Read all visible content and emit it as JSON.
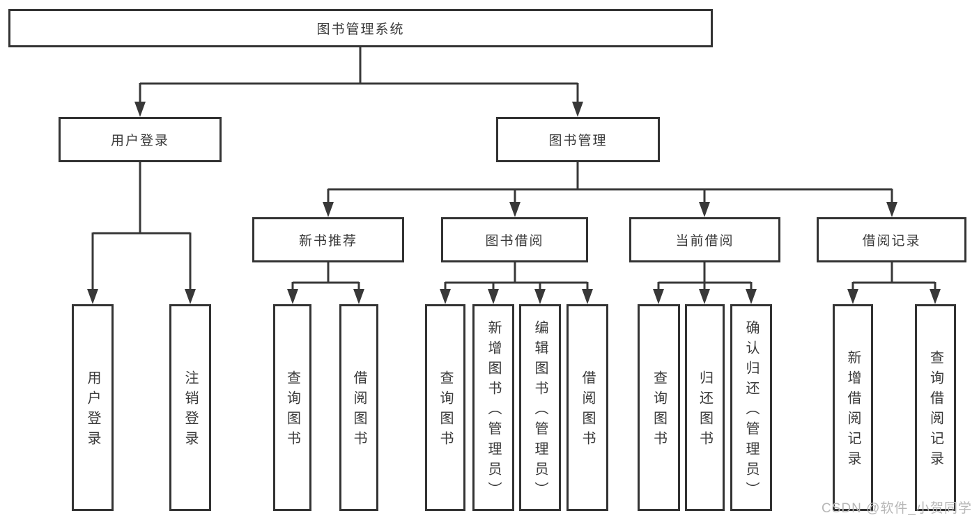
{
  "diagram": {
    "title": "图书管理系统",
    "nodes": {
      "root": {
        "label": "图书管理系统"
      },
      "user_login": {
        "label": "用户登录"
      },
      "book_mgmt": {
        "label": "图书管理"
      },
      "new_books": {
        "label": "新书推荐"
      },
      "book_borrow": {
        "label": "图书借阅"
      },
      "current_borrow": {
        "label": "当前借阅"
      },
      "borrow_records": {
        "label": "借阅记录"
      },
      "leaf_login": {
        "label": "用户登录"
      },
      "leaf_logout": {
        "label": "注销登录"
      },
      "leaf_nb_query": {
        "label": "查询图书"
      },
      "leaf_nb_borrow": {
        "label": "借阅图书"
      },
      "leaf_bb_query": {
        "label": "查询图书"
      },
      "leaf_bb_add": {
        "label": "新增图书（管理员）"
      },
      "leaf_bb_edit": {
        "label": "编辑图书（管理员）"
      },
      "leaf_bb_borrow": {
        "label": "借阅图书"
      },
      "leaf_cb_query": {
        "label": "查询图书"
      },
      "leaf_cb_return": {
        "label": "归还图书"
      },
      "leaf_cb_confirm": {
        "label": "确认归还（管理员）"
      },
      "leaf_br_add": {
        "label": "新增借阅记录"
      },
      "leaf_br_query": {
        "label": "查询借阅记录"
      }
    },
    "edges": [
      {
        "from": "root",
        "to": "user_login"
      },
      {
        "from": "root",
        "to": "book_mgmt"
      },
      {
        "from": "user_login",
        "to": "leaf_login"
      },
      {
        "from": "user_login",
        "to": "leaf_logout"
      },
      {
        "from": "book_mgmt",
        "to": "new_books"
      },
      {
        "from": "book_mgmt",
        "to": "book_borrow"
      },
      {
        "from": "book_mgmt",
        "to": "current_borrow"
      },
      {
        "from": "book_mgmt",
        "to": "borrow_records"
      },
      {
        "from": "new_books",
        "to": "leaf_nb_query"
      },
      {
        "from": "new_books",
        "to": "leaf_nb_borrow"
      },
      {
        "from": "book_borrow",
        "to": "leaf_bb_query"
      },
      {
        "from": "book_borrow",
        "to": "leaf_bb_add"
      },
      {
        "from": "book_borrow",
        "to": "leaf_bb_edit"
      },
      {
        "from": "book_borrow",
        "to": "leaf_bb_borrow"
      },
      {
        "from": "current_borrow",
        "to": "leaf_cb_query"
      },
      {
        "from": "current_borrow",
        "to": "leaf_cb_return"
      },
      {
        "from": "current_borrow",
        "to": "leaf_cb_confirm"
      },
      {
        "from": "borrow_records",
        "to": "leaf_br_add"
      },
      {
        "from": "borrow_records",
        "to": "leaf_br_query"
      }
    ]
  },
  "watermark": {
    "text": "CSDN @软件_小贺同学"
  },
  "colors": {
    "line": "#383838",
    "box_border": "#333333",
    "text": "#3a3a3a",
    "watermark": "#b7b7b7",
    "background": "#ffffff"
  }
}
